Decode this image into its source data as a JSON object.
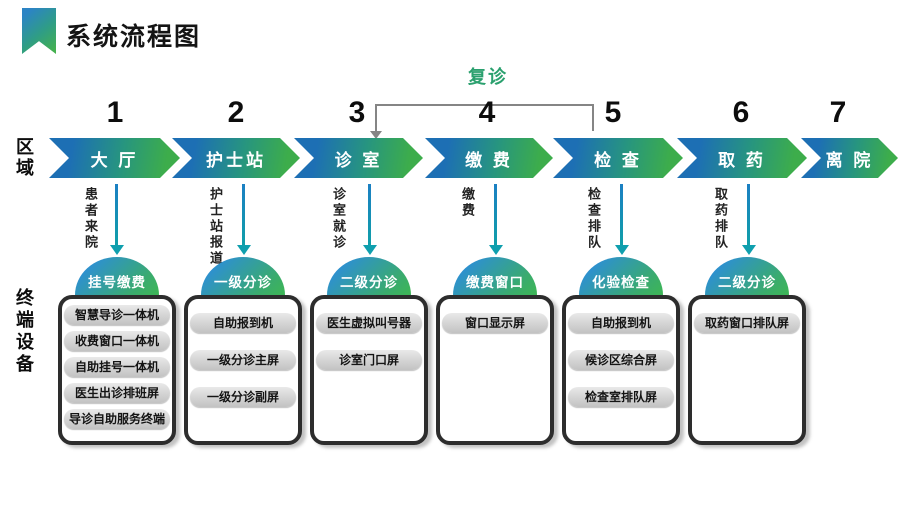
{
  "title": "系统流程图",
  "side_labels": {
    "area": "区域",
    "devices": "终端设备"
  },
  "loop": {
    "label": "复诊"
  },
  "colors": {
    "chevron_blue": "#1d6fb4",
    "chevron_green": "#3dad4b",
    "arrow_teal": "#0fa0a8",
    "badge_blue": "#2e91cd",
    "badge_green": "#3db558",
    "loop_green": "#2aa06e",
    "card_border": "#2d2d2d"
  },
  "steps": [
    {
      "num": "1",
      "name": "大 厅",
      "transition": "患者来院",
      "badge": "挂号缴费",
      "devices": [
        "智慧导诊一体机",
        "收费窗口一体机",
        "自助挂号一体机",
        "医生出诊排班屏",
        "导诊自助服务终端"
      ]
    },
    {
      "num": "2",
      "name": "护士站",
      "transition": "护士站报道",
      "badge": "一级分诊",
      "devices": [
        "自助报到机",
        "一级分诊主屏",
        "一级分诊副屏"
      ]
    },
    {
      "num": "3",
      "name": "诊 室",
      "transition": "诊室就诊",
      "badge": "二级分诊",
      "devices": [
        "医生虚拟叫号器",
        "诊室门口屏"
      ]
    },
    {
      "num": "4",
      "name": "缴 费",
      "transition": "缴费",
      "badge": "缴费窗口",
      "devices": [
        "窗口显示屏"
      ]
    },
    {
      "num": "5",
      "name": "检 查",
      "transition": "检查排队",
      "badge": "化验检查",
      "devices": [
        "自助报到机",
        "候诊区综合屏",
        "检查室排队屏"
      ]
    },
    {
      "num": "6",
      "name": "取 药",
      "transition": "取药排队",
      "badge": "二级分诊",
      "devices": [
        "取药窗口排队屏"
      ]
    },
    {
      "num": "7",
      "name": "离 院"
    }
  ]
}
